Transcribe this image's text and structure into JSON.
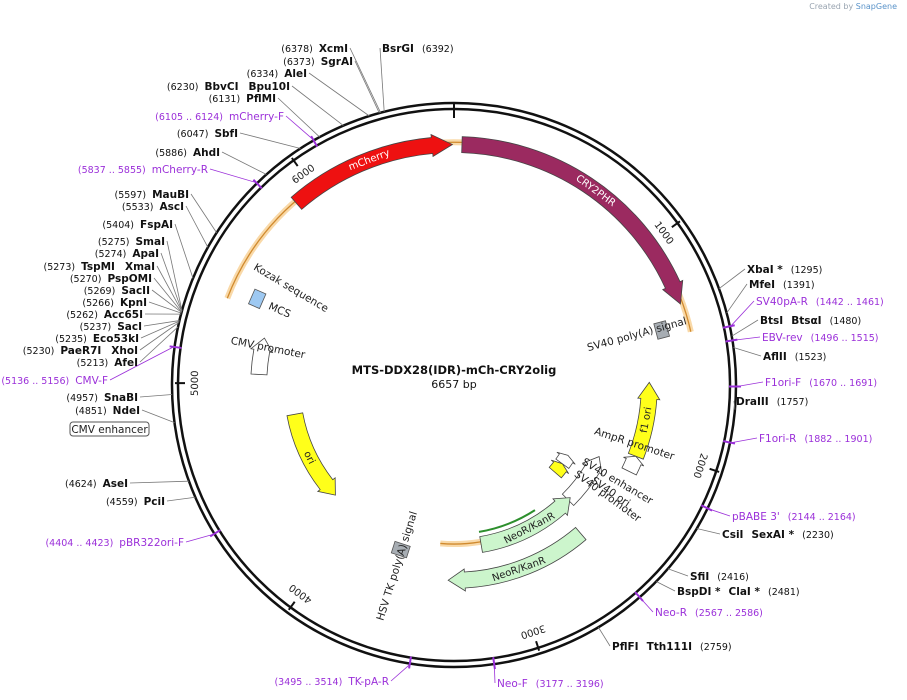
{
  "watermark": {
    "prefix": "Created by",
    "brand": "SnapGene"
  },
  "plasmid": {
    "name": "MTS-DDX28(IDR)-mCh-CRY2olig",
    "length_label": "6657 bp",
    "length": 6657
  },
  "ticks": [
    {
      "label": "1000",
      "pos": 1000
    },
    {
      "label": "2000",
      "pos": 2000
    },
    {
      "label": "3000",
      "pos": 3000
    },
    {
      "label": "4000",
      "pos": 4000
    },
    {
      "label": "5000",
      "pos": 5000
    },
    {
      "label": "6000",
      "pos": 6000
    }
  ],
  "features": [
    {
      "name": "mCherry",
      "start": 5900,
      "end": 6650,
      "color": "#ee1111",
      "ring": 0.862,
      "strand": 1,
      "label": "mCherry",
      "text_class": "t-inner"
    },
    {
      "name": "CRY2PHR",
      "start": 35,
      "end": 1300,
      "color": "#9b2a60",
      "ring": 0.862,
      "strand": 1,
      "label": "CRY2PHR",
      "text_class": "t-inner"
    },
    {
      "name": "f1-ori",
      "start": 1650,
      "end": 2060,
      "color": "#ffff1a",
      "ring": 0.7,
      "strand": -1,
      "label": "f1 ori",
      "text_class": "t-inner-dark"
    },
    {
      "name": "AmpR-promoter",
      "start": 2060,
      "end": 2150,
      "color": "#ffffff",
      "ring": 0.7,
      "strand": -1,
      "label": "",
      "text_class": "t-inner-dark"
    },
    {
      "name": "SV40-promoter",
      "start": 2150,
      "end": 2500,
      "color": "#ffffff",
      "ring": 0.58,
      "strand": -1,
      "label": "",
      "text_class": "t-inner-dark"
    },
    {
      "name": "SV40-ori",
      "start": 2330,
      "end": 2420,
      "color": "#ffff1a",
      "ring": 0.48,
      "strand": -1,
      "label": "",
      "text_class": "t-inner-dark"
    },
    {
      "name": "SV40-enhancer",
      "start": 2250,
      "end": 2330,
      "color": "#ffffff",
      "ring": 0.48,
      "strand": -1,
      "label": "",
      "text_class": "t-inner-dark"
    },
    {
      "name": "NeoR-KanR-1",
      "start": 2480,
      "end": 3150,
      "color": "#ccf5cc",
      "ring": 0.58,
      "strand": -1,
      "label": "NeoR/KanR",
      "text_class": "t-inner-dark"
    },
    {
      "name": "NeoR-KanR-2",
      "start": 2580,
      "end": 3360,
      "color": "#ccf5cc",
      "ring": 0.7,
      "strand": 1,
      "label": "NeoR/KanR",
      "text_class": "t-inner-dark"
    },
    {
      "name": "ori",
      "start": 4200,
      "end": 4800,
      "color": "#ffff1a",
      "ring": 0.58,
      "strand": -1,
      "label": "ori",
      "text_class": "t-inner-dark"
    },
    {
      "name": "CMV-promoter",
      "start": 5050,
      "end": 5250,
      "color": "#ffffff",
      "ring": 0.7,
      "strand": 1,
      "label": "",
      "text_class": "t-inner-dark"
    }
  ],
  "outer_labels": [
    {
      "text": "Kozak sequence",
      "pos": 5560
    },
    {
      "text": "MCS",
      "pos": 5420
    },
    {
      "text": "CMV promoter",
      "pos": 5200
    },
    {
      "text": "SV40 poly(A) signal",
      "pos": 1380
    },
    {
      "text": "AmpR promoter",
      "pos": 2000
    },
    {
      "text": "SV40 promoter",
      "pos": 2330
    },
    {
      "text": "SV40 enhancer",
      "pos": 2230
    },
    {
      "text": "SV40 ori",
      "pos": 2300
    },
    {
      "text": "HSV TK poly(A) signal",
      "pos": 3650
    }
  ],
  "enzymes_left": [
    {
      "name": "XcmI",
      "pos": "(6378)"
    },
    {
      "name": "SgrAI",
      "pos": "(6373)"
    },
    {
      "name": "AleI",
      "pos": "(6334)"
    },
    {
      "name": "BbvCI",
      "pos": "(6230)",
      "extra": "Bpu10I"
    },
    {
      "name": "PflMI",
      "pos": "(6131)"
    },
    {
      "name": "SbfI",
      "pos": "(6047)"
    },
    {
      "name": "AhdI",
      "pos": "(5886)"
    },
    {
      "name": "MauBI",
      "pos": "(5597)"
    },
    {
      "name": "AscI",
      "pos": "(5533)"
    },
    {
      "name": "FspAI",
      "pos": "(5404)"
    },
    {
      "name": "SmaI",
      "pos": "(5275)"
    },
    {
      "name": "ApaI",
      "pos": "(5274)"
    },
    {
      "name": "TspMI",
      "pos": "(5273)",
      "extra": "XmaI"
    },
    {
      "name": "PspOMI",
      "pos": "(5270)"
    },
    {
      "name": "SacII",
      "pos": "(5269)"
    },
    {
      "name": "KpnI",
      "pos": "(5266)"
    },
    {
      "name": "Acc65I",
      "pos": "(5262)"
    },
    {
      "name": "SacI",
      "pos": "(5237)"
    },
    {
      "name": "Eco53kI",
      "pos": "(5235)"
    },
    {
      "name": "PaeR7I",
      "pos": "(5230)",
      "extra": "XhoI"
    },
    {
      "name": "AfeI",
      "pos": "(5213)"
    },
    {
      "name": "SnaBI",
      "pos": "(4957)"
    },
    {
      "name": "NdeI",
      "pos": "(4851)"
    },
    {
      "name": "AseI",
      "pos": "(4624)"
    },
    {
      "name": "PciI",
      "pos": "(4559)"
    }
  ],
  "enzymes_right": [
    {
      "name": "BsrGI",
      "pos": "(6392)"
    },
    {
      "name": "XbaI *",
      "pos": "(1295)"
    },
    {
      "name": "MfeI",
      "pos": "(1391)"
    },
    {
      "name": "BtsI",
      "pos": "(1480)",
      "extra": "BtsαI"
    },
    {
      "name": "AflII",
      "pos": "(1523)"
    },
    {
      "name": "DraIII",
      "pos": "(1757)"
    },
    {
      "name": "CsiI",
      "pos": "(2230)",
      "extra": "SexAI *"
    },
    {
      "name": "SfiI",
      "pos": "(2416)"
    },
    {
      "name": "BspDI *",
      "pos": "(2481)",
      "extra": "ClaI *"
    },
    {
      "name": "PflFI",
      "pos": "(2759)",
      "extra": "Tth111I"
    }
  ],
  "primers": [
    {
      "name": "mCherry-F",
      "pos": "(6105 .. 6124)"
    },
    {
      "name": "mCherry-R",
      "pos": "(5837 .. 5855)"
    },
    {
      "name": "CMV-F",
      "pos": "(5136 .. 5156)"
    },
    {
      "name": "pBR322ori-F",
      "pos": "(4404 .. 4423)"
    },
    {
      "name": "TK-pA-R",
      "pos": "(3495 .. 3514)"
    },
    {
      "name": "Neo-F",
      "pos": "(3177 .. 3196)"
    },
    {
      "name": "Neo-R",
      "pos": "(2567 .. 2586)"
    },
    {
      "name": "pBABE 3'",
      "pos": "(2144 .. 2164)"
    },
    {
      "name": "F1ori-R",
      "pos": "(1882 .. 1901)"
    },
    {
      "name": "F1ori-F",
      "pos": "(1670 .. 1691)"
    },
    {
      "name": "EBV-rev",
      "pos": "(1496 .. 1515)"
    },
    {
      "name": "SV40pA-R",
      "pos": "(1442 .. 1461)"
    }
  ],
  "boxed_label": "CMV enhancer"
}
